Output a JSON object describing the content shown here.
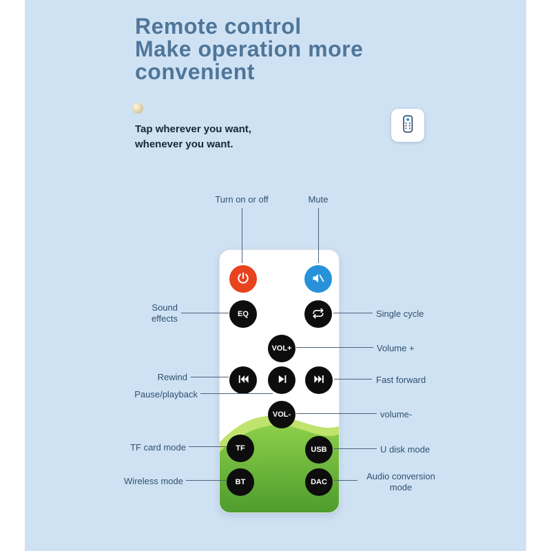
{
  "header": {
    "title_lines": [
      "Remote control",
      "Make operation more",
      "convenient"
    ],
    "tagline_lines": [
      "Tap wherever you want,",
      "whenever you want."
    ]
  },
  "remote": {
    "buttons": {
      "eq": "EQ",
      "vol_plus": "VOL+",
      "vol_minus": "VOL-",
      "tf": "TF",
      "usb": "USB",
      "bt": "BT",
      "dac": "DAC"
    },
    "icons": {
      "power": "power-icon",
      "mute": "mute-speaker-icon",
      "single_cycle": "repeat-loop-icon",
      "rewind": "skip-back-icon",
      "pause_playback": "play-pause-icon",
      "fast_forward": "skip-forward-icon"
    }
  },
  "annotations": {
    "power": "Turn on or off",
    "mute": "Mute",
    "sound_effects": "Sound effects",
    "single_cycle": "Single cycle",
    "volume_plus": "Volume +",
    "rewind": "Rewind",
    "pause_playback": "Pause/playback",
    "fast_forward": "Fast forward",
    "volume_minus": "volume-",
    "tf_card": "TF card mode",
    "u_disk": "U disk mode",
    "wireless": "Wireless mode",
    "audio_conversion": "Audio conversion mode"
  },
  "colors": {
    "background": "#cfe2f4",
    "title": "#4f7699",
    "label": "#2f506e",
    "power_button": "#e8431f",
    "mute_button": "#2792d9",
    "button_black": "#0d0d0d",
    "green_light": "#bfe36d",
    "green_dark": "#4e9c2d",
    "line": "#49617a"
  }
}
